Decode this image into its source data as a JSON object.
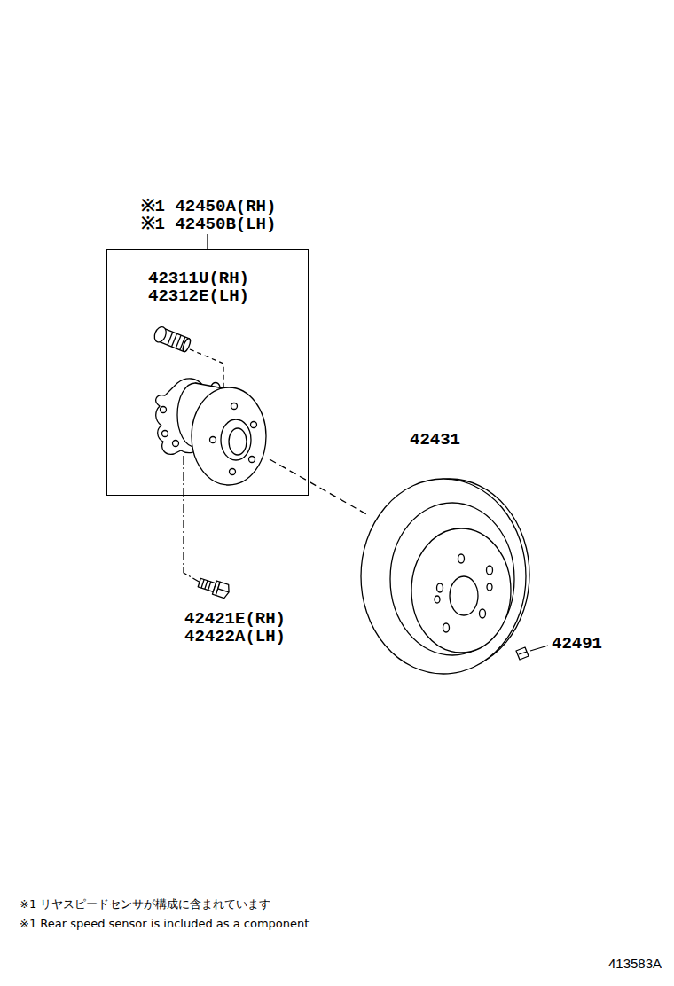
{
  "diagram": {
    "nodes": [
      {
        "text": [
          "※1 42450A(RH) ※1 42450B(LH)",
          "42311U(RH) 42312E(LH)"
        ]
      }
    ],
    "labels": [
      "42421E(RH) 42422A(LH)",
      "42431",
      "42491",
      "※1 リヤスピードセンサが構成に含まれています",
      "※1 Rear speed sensor is included as a component",
      "413583A"
    ]
  }
}
